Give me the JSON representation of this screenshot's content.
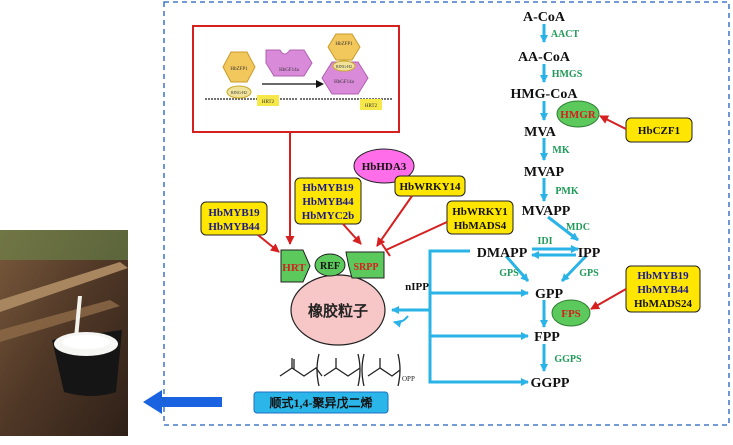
{
  "pathway": {
    "metabolites": {
      "acoa": "A-CoA",
      "aacoa": "AA-CoA",
      "hmgcoa": "HMG-CoA",
      "mva": "MVA",
      "mvap": "MVAP",
      "mvapp": "MVAPP",
      "dmapp": "DMAPP",
      "ipp": "IPP",
      "gpp": "GPP",
      "fpp": "FPP",
      "ggpp": "GGPP",
      "nipp": "nIPP"
    },
    "enzymes": {
      "aact": "AACT",
      "hmgs": "HMGS",
      "hmgr": "HMGR",
      "mk": "MK",
      "pmk": "PMK",
      "mdc": "MDC",
      "idi": "IDI",
      "gps_left": "GPS",
      "gps_right": "GPS",
      "fps": "FPS",
      "ggps": "GGPS"
    }
  },
  "regulators": {
    "czf1": "HbCZF1",
    "fps_group": [
      "HbMYB19",
      "HbMYB44",
      "HbMADS24"
    ],
    "wrky1_group": [
      "HbWRKY1",
      "HbMADS4"
    ],
    "hda3": "HbHDA3",
    "wrky14": "HbWRKY14",
    "srpp_group": [
      "HbMYB19",
      "HbMYB44",
      "HbMYC2b"
    ],
    "hrt_group": [
      "HbMYB19",
      "HbMYB44"
    ]
  },
  "particle": {
    "label": "橡胶粒子",
    "hrt": "HRT",
    "ref": "REF",
    "srpp": "SRPP"
  },
  "product": {
    "label": "顺式1,4-聚异戊二烯",
    "opp": "OPP"
  },
  "inset": {
    "zfp1_left": "HbZFP1",
    "ring_left": "RING-H2",
    "gf14a_top": "HbGF14a",
    "zfp1_right": "HbZFP1",
    "ring_right": "RING-H2",
    "gf14a_right": "HbGF14a",
    "hrt2_left": "HRT2",
    "hrt2_right": "HRT2"
  },
  "colors": {
    "pathway_arrow": "#29b3e6",
    "regulation_arrow": "#d61f1f",
    "regulator_box": "#ffe600",
    "enzyme_oval": "#5cc95c",
    "hda3_oval": "#ff6ee8",
    "particle": "#f7c6c6",
    "frame": "#1f5fbf",
    "big_arrow": "#1a63e0"
  }
}
